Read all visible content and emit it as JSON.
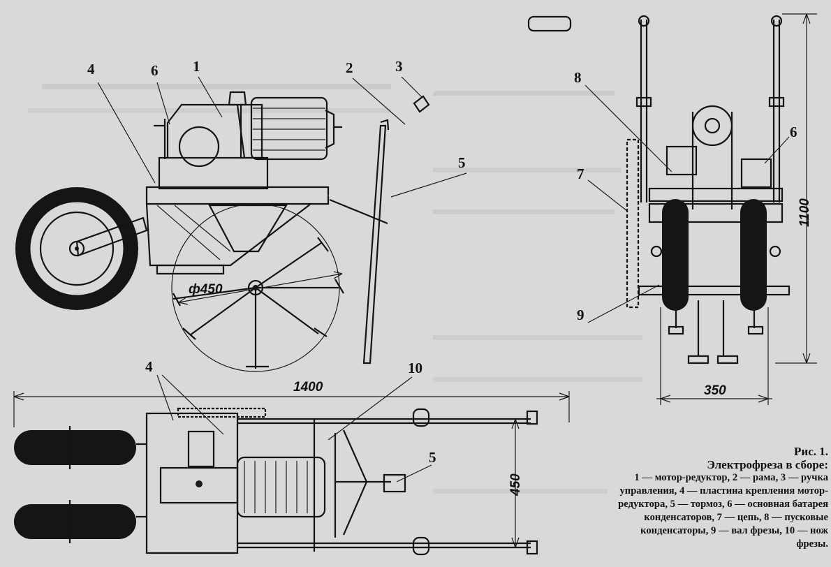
{
  "figure": {
    "number": "Рис. 1.",
    "title": "Электрофреза в сборе:",
    "legend": "1 — мотор-редуктор, 2 — рама, 3 — ручка управления, 4 — пластина крепления мотор-редуктора, 5 — тормоз, 6 — основная батарея конденсаторов, 7 — цепь, 8 — пусковые конденсаторы, 9 — вал фрезы, 10 — нож фрезы."
  },
  "callouts": {
    "side_view": [
      "4",
      "6",
      "1",
      "2",
      "3",
      "5"
    ],
    "front_view": [
      "8",
      "6",
      "7",
      "9"
    ],
    "top_view": [
      "4",
      "10",
      "5"
    ]
  },
  "dimensions": {
    "cutter_diameter": "ф450",
    "overall_length": "1400",
    "overall_height": "1100",
    "track_width": "350",
    "frame_width": "450"
  }
}
